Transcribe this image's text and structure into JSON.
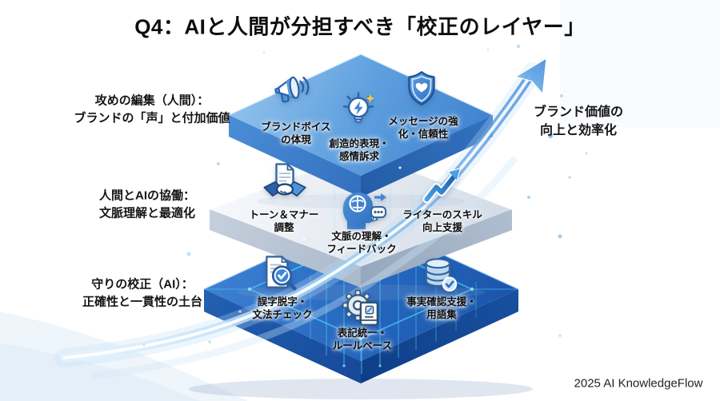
{
  "title": "Q4：AIと人間が分担すべき「校正のレイヤー」",
  "credit": "2025 AI KnowledgeFlow",
  "outcome": {
    "label": "ブランド価値の\n向上と効率化"
  },
  "palette": {
    "top_layer_blue": "#5B9EDF",
    "middle_layer_gray": "#E4EAF1",
    "bottom_layer_blue": "#2265BD",
    "accent_cyan": "#4FC9F2",
    "arrow_blue": "#5FA5E6",
    "text_black": "#111111"
  },
  "layers": [
    {
      "name": "offense-human",
      "side_label": "攻めの編集（人間）：\nブランドの「声」と付加価値",
      "items": [
        {
          "icon": "megaphone-icon",
          "label": "ブランドボイス\nの体現"
        },
        {
          "icon": "lightbulb-icon",
          "label": "創造的表現・\n感情訴求"
        },
        {
          "icon": "shield-heart-icon",
          "label": "メッセージの強\n化・信頼性"
        }
      ]
    },
    {
      "name": "human-ai-collaboration",
      "side_label": "人間とAIの協働：\n文脈理解と最適化",
      "items": [
        {
          "icon": "handshake-document-icon",
          "label": "トーン＆マナー\n調整"
        },
        {
          "icon": "brain-feedback-icon",
          "label": "文脈の理解・\nフィードバック"
        },
        {
          "icon": "growth-chart-icon",
          "label": "ライターのスキル\n向上支援"
        }
      ]
    },
    {
      "name": "defense-ai",
      "side_label": "守りの校正（AI）：\n正確性と一貫性の土台",
      "items": [
        {
          "icon": "document-check-icon",
          "label": "誤字脱字・\n文法チェック"
        },
        {
          "icon": "gear-rulebook-icon",
          "label": "表記統一・\nルールベース"
        },
        {
          "icon": "database-check-icon",
          "label": "事実確認支援・\n用語集"
        }
      ]
    }
  ]
}
